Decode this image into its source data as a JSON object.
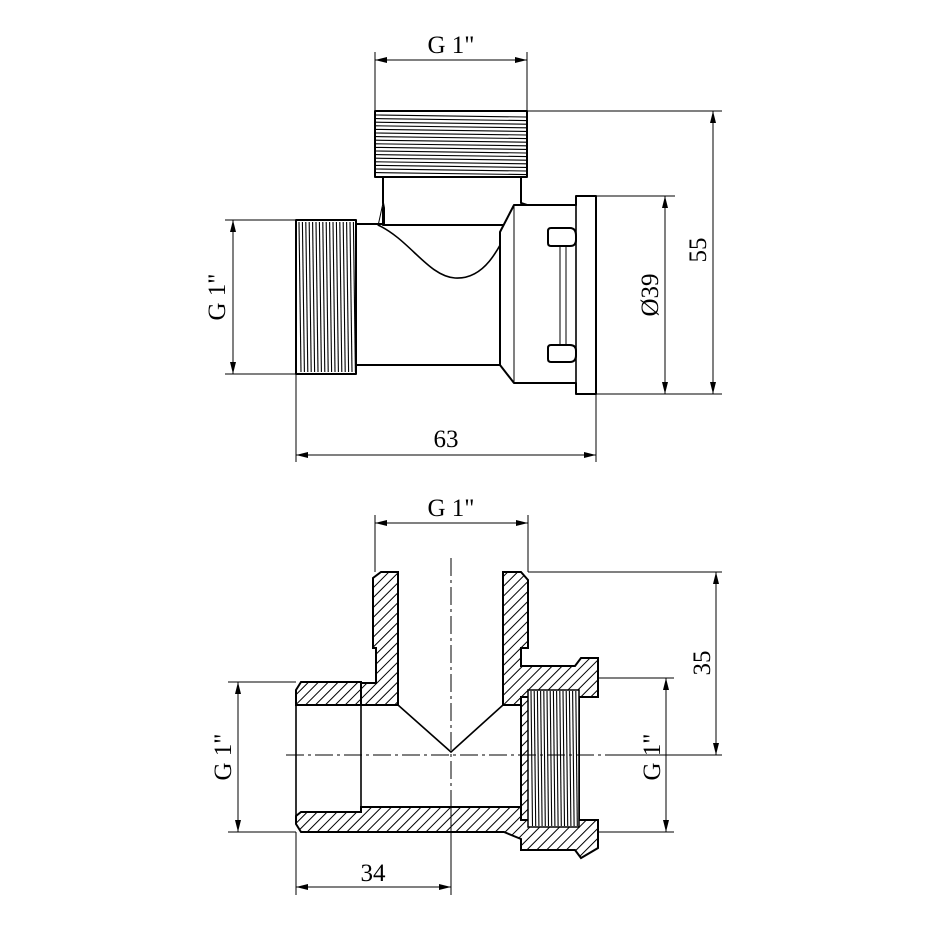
{
  "top_view": {
    "dims": {
      "top_thread": "G 1\"",
      "left_thread": "G 1\"",
      "diameter": "Ø39",
      "height": "55",
      "width": "63"
    }
  },
  "section_view": {
    "dims": {
      "top_thread": "G 1\"",
      "left_thread": "G 1\"",
      "right_thread": "G 1\"",
      "height": "35",
      "width": "34"
    }
  }
}
